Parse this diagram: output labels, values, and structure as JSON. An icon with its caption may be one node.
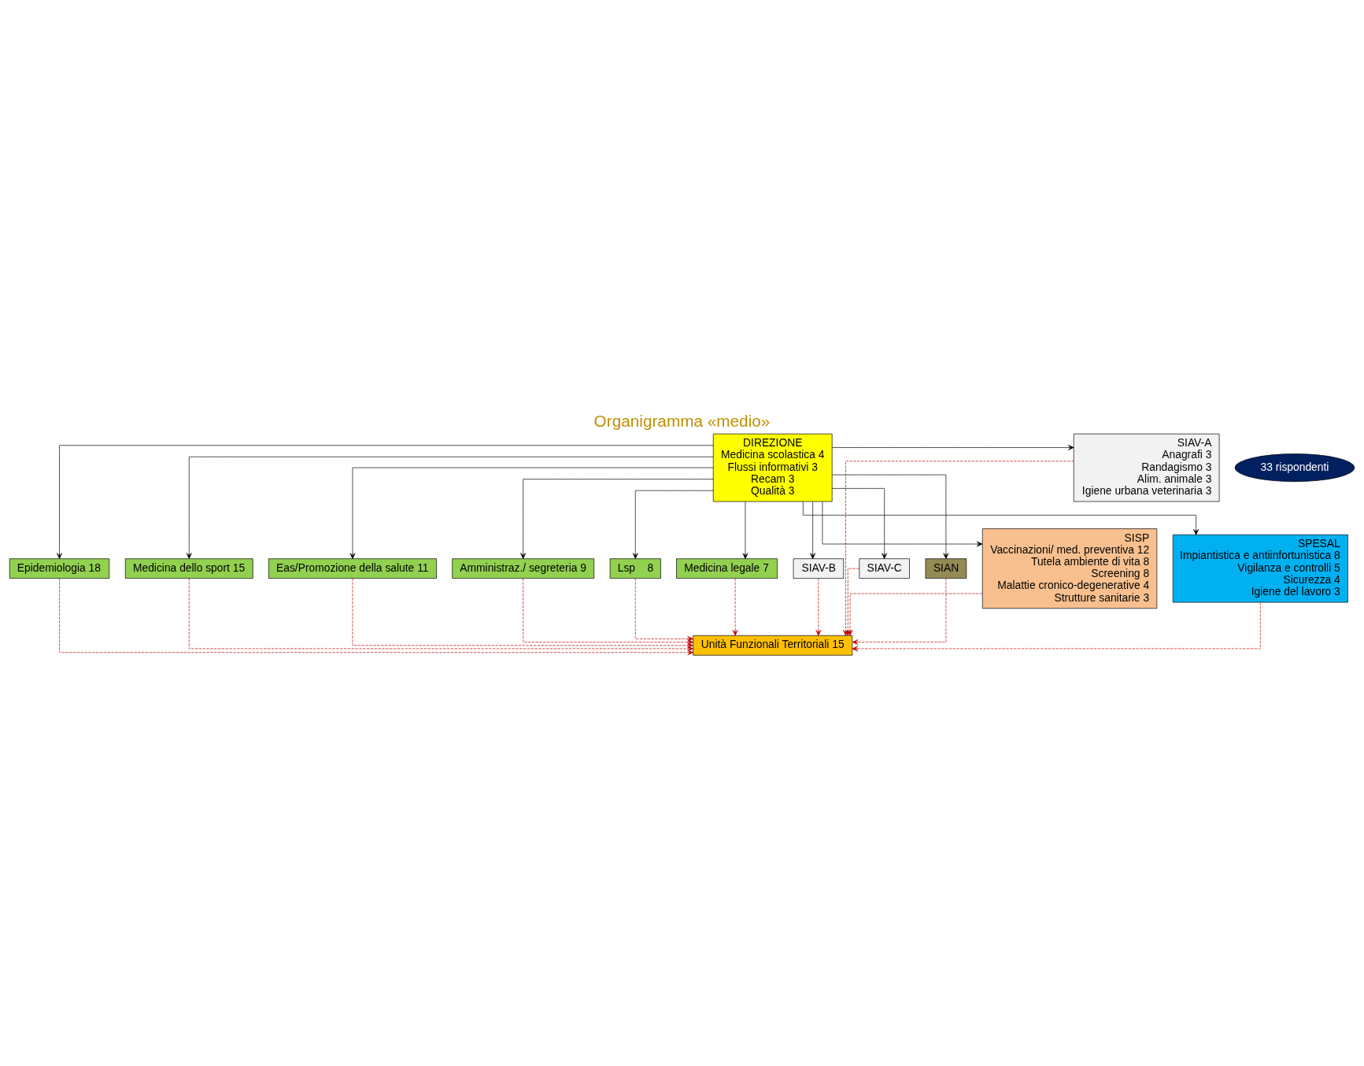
{
  "diagram": {
    "title": "Organigramma «medio»",
    "nodes": [
      {
        "text": [
          "DIREZIONE",
          "Medicina scolastica 4",
          "Flussi informativi 3",
          "Recam 3",
          "Qualità 3"
        ]
      },
      {
        "text": [
          "Epidemiologia 18"
        ]
      },
      {
        "text": [
          "Medicina dello sport 15"
        ]
      },
      {
        "text": [
          "Eas/Promozione della salute 11"
        ]
      },
      {
        "text": [
          "Amministraz./ segreteria 9"
        ]
      },
      {
        "text": [
          "Lsp    8"
        ]
      },
      {
        "text": [
          "Medicina legale 7"
        ]
      },
      {
        "text": [
          "33 rispondenti"
        ]
      },
      {
        "text": [
          "SIAV-A",
          "Anagrafi 3",
          "Randagismo 3",
          "Alim. animale 3",
          "Igiene urbana veterinaria 3"
        ]
      },
      {
        "text": [
          "SIAV-B"
        ]
      },
      {
        "text": [
          "SIAV-C"
        ]
      },
      {
        "text": [
          "SIAN"
        ]
      },
      {
        "text": [
          "SISP",
          "Vaccinazioni/ med. preventiva 12",
          "Tutela ambiente di vita 8",
          "Screening 8",
          "Malattie cronico-degenerative 4",
          "Strutture sanitarie 3"
        ]
      },
      {
        "text": [
          "SPESAL",
          "Impiantistica e antiinfortunistica 8",
          "Vigilanza e controlli 5",
          "Sicurezza 4",
          "Igiene del lavoro 3"
        ]
      },
      {
        "text": [
          "Unità Funzionali Territoriali 15"
        ]
      }
    ],
    "edges": [
      {
        "from": 0,
        "to": 1,
        "arrow": "to"
      },
      {
        "from": 0,
        "to": 2,
        "arrow": "to"
      },
      {
        "from": 0,
        "to": 3,
        "arrow": "to"
      },
      {
        "from": 0,
        "to": 4,
        "arrow": "to"
      },
      {
        "from": 0,
        "to": 5,
        "arrow": "to"
      },
      {
        "from": 0,
        "to": 6,
        "arrow": "to"
      },
      {
        "from": 0,
        "to": 8,
        "arrow": "to"
      },
      {
        "from": 0,
        "to": 9,
        "arrow": "to"
      },
      {
        "from": 0,
        "to": 10,
        "arrow": "to"
      },
      {
        "from": 0,
        "to": 11,
        "arrow": "to"
      },
      {
        "from": 0,
        "to": 12,
        "arrow": "to"
      },
      {
        "from": 0,
        "to": 13,
        "arrow": "to"
      },
      {
        "from": 1,
        "to": 14,
        "arrow": "to",
        "style": "dashed",
        "color": "#c00000"
      },
      {
        "from": 2,
        "to": 14,
        "arrow": "to",
        "style": "dashed",
        "color": "#c00000"
      },
      {
        "from": 3,
        "to": 14,
        "arrow": "to",
        "style": "dashed",
        "color": "#c00000"
      },
      {
        "from": 4,
        "to": 14,
        "arrow": "to",
        "style": "dashed",
        "color": "#c00000"
      },
      {
        "from": 5,
        "to": 14,
        "arrow": "to",
        "style": "dashed",
        "color": "#c00000"
      },
      {
        "from": 6,
        "to": 14,
        "arrow": "to",
        "style": "dashed",
        "color": "#c00000"
      },
      {
        "from": 12,
        "to": 14,
        "arrow": "to",
        "style": "dashed",
        "color": "#c00000"
      },
      {
        "from": 8,
        "to": 14,
        "arrow": "to",
        "style": "dashed",
        "color": "#c00000"
      },
      {
        "from": 9,
        "to": 14,
        "arrow": "to",
        "style": "dashed",
        "color": "#c00000"
      },
      {
        "from": 10,
        "to": 14,
        "arrow": "to",
        "style": "dashed",
        "color": "#c00000"
      },
      {
        "from": 11,
        "to": 14,
        "arrow": "to",
        "style": "dashed",
        "color": "#c00000"
      },
      {
        "from": 13,
        "to": 14,
        "arrow": "to",
        "style": "dashed",
        "color": "#c00000"
      }
    ]
  }
}
